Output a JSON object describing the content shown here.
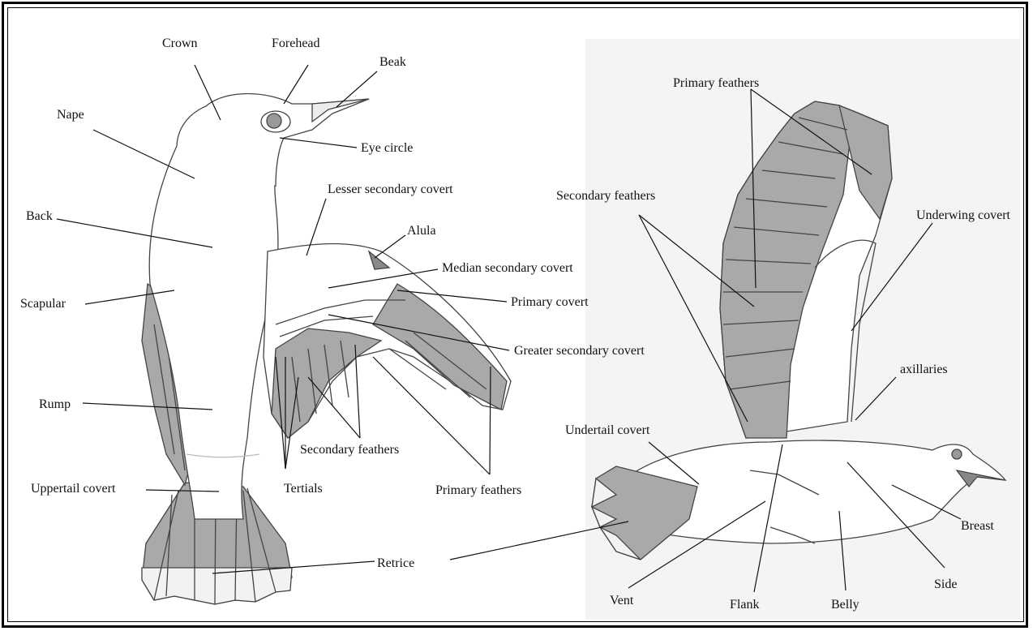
{
  "labels": {
    "crown": "Crown",
    "forehead": "Forehead",
    "beak": "Beak",
    "nape": "Nape",
    "eye_circle": "Eye circle",
    "lesser_secondary_covert": "Lesser secondary covert",
    "back": "Back",
    "alula": "Alula",
    "median_secondary_covert": "Median secondary covert",
    "scapular": "Scapular",
    "primary_covert": "Primary covert",
    "greater_secondary_covert": "Greater secondary covert",
    "rump": "Rump",
    "secondary_feathers_left": "Secondary feathers",
    "uppertail_covert": "Uppertail covert",
    "tertials": "Tertials",
    "primary_feathers_left": "Primary feathers",
    "retrice": "Retrice",
    "primary_feathers_right": "Primary feathers",
    "secondary_feathers_right": "Secondary feathers",
    "underwing_covert": "Underwing covert",
    "axillaries": "axillaries",
    "undertail_covert": "Undertail covert",
    "breast": "Breast",
    "vent": "Vent",
    "flank": "Flank",
    "belly": "Belly",
    "side": "Side"
  },
  "colors": {
    "feather_gray": "#a9a9a9",
    "outline": "#444444",
    "leader_line": "#111111"
  }
}
